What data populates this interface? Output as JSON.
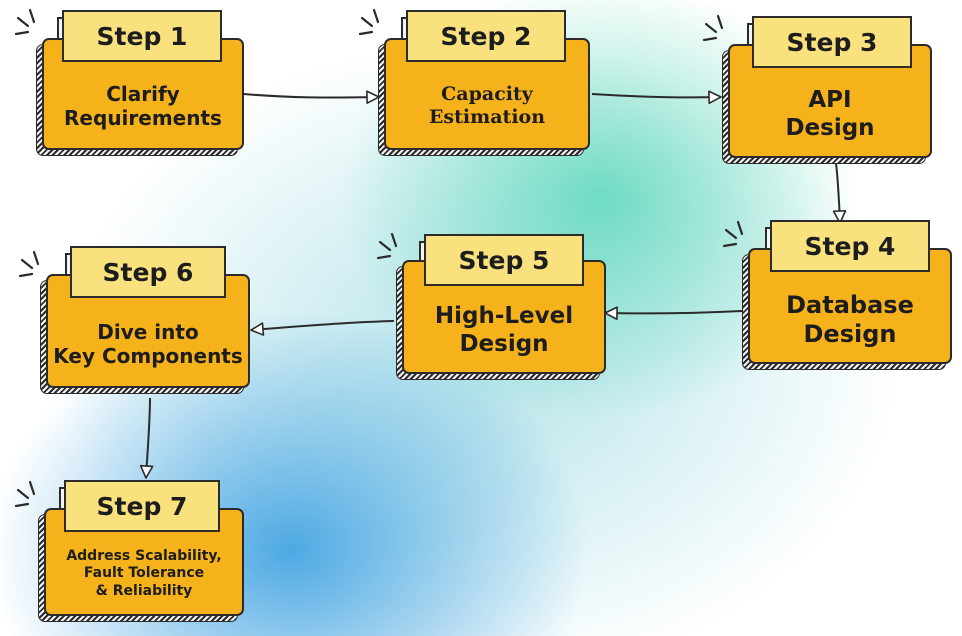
{
  "diagram": {
    "type": "flowchart",
    "colors": {
      "card": "#f6b21b",
      "tab": "#f9e27e",
      "stroke": "#2b2b2b"
    },
    "steps": [
      {
        "tag": "Step 1",
        "text": "Clarify\nRequirements"
      },
      {
        "tag": "Step 2",
        "text": "Capacity\nEstimation"
      },
      {
        "tag": "Step 3",
        "text": "API\nDesign"
      },
      {
        "tag": "Step 4",
        "text": "Database\nDesign"
      },
      {
        "tag": "Step 5",
        "text": "High-Level\nDesign"
      },
      {
        "tag": "Step 6",
        "text": "Dive into\nKey Components"
      },
      {
        "tag": "Step 7",
        "text": "Address Scalability,\nFault Tolerance\n& Reliability"
      }
    ],
    "connections": [
      {
        "from": "Step 1",
        "to": "Step 2"
      },
      {
        "from": "Step 2",
        "to": "Step 3"
      },
      {
        "from": "Step 3",
        "to": "Step 4"
      },
      {
        "from": "Step 4",
        "to": "Step 5"
      },
      {
        "from": "Step 5",
        "to": "Step 6"
      },
      {
        "from": "Step 6",
        "to": "Step 7"
      }
    ]
  }
}
